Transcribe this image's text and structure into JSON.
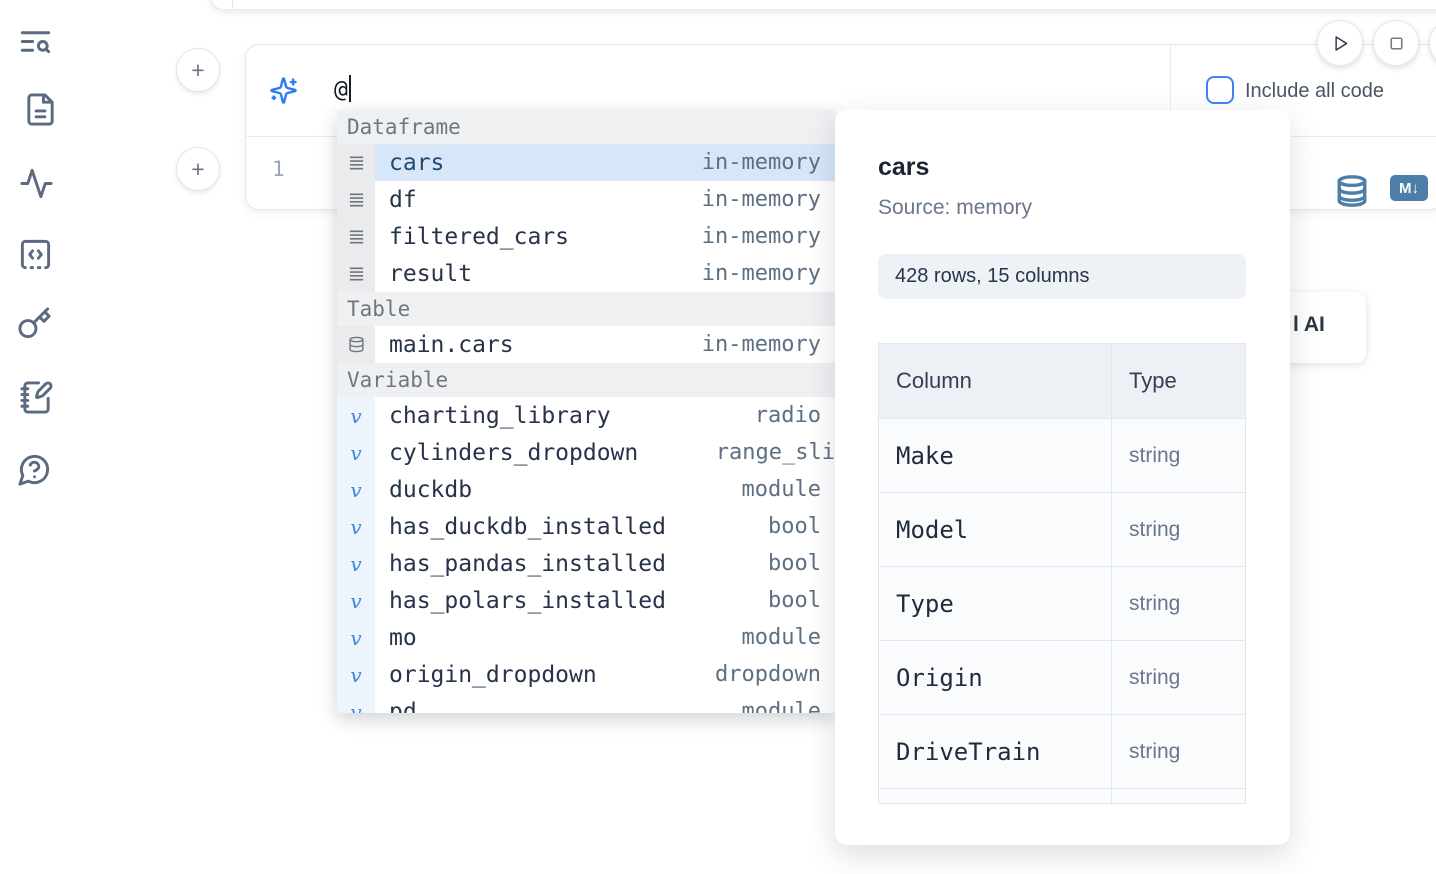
{
  "colors": {
    "accent_blue": "#2f7bf3",
    "steel_blue": "#4d7ea7",
    "selection_blue": "#d7e7f8"
  },
  "sidebar": {
    "icons": [
      "text-search",
      "file-text",
      "activity",
      "snippets-code",
      "key",
      "notebook-pen",
      "help-bubble"
    ]
  },
  "cell": {
    "add_button_label": "+",
    "ai_input_value": "@",
    "line_number": "1",
    "markdown_badge": "M↓",
    "include_all_code_label": "Include all code",
    "checkbox_checked": false
  },
  "icons": {
    "variable_glyph": "v"
  },
  "autocomplete": {
    "sections": [
      {
        "label": "Dataframe",
        "items": [
          {
            "name": "cars",
            "type": "in-memory",
            "selected": true
          },
          {
            "name": "df",
            "type": "in-memory"
          },
          {
            "name": "filtered_cars",
            "type": "in-memory"
          },
          {
            "name": "result",
            "type": "in-memory"
          }
        ]
      },
      {
        "label": "Table",
        "items": [
          {
            "name": "main.cars",
            "type": "in-memory"
          }
        ]
      },
      {
        "label": "Variable",
        "items": [
          {
            "name": "charting_library",
            "type": "radio"
          },
          {
            "name": "cylinders_dropdown",
            "type": "range_sli"
          },
          {
            "name": "duckdb",
            "type": "module"
          },
          {
            "name": "has_duckdb_installed",
            "type": "bool"
          },
          {
            "name": "has_pandas_installed",
            "type": "bool"
          },
          {
            "name": "has_polars_installed",
            "type": "bool"
          },
          {
            "name": "mo",
            "type": "module"
          },
          {
            "name": "origin_dropdown",
            "type": "dropdown"
          },
          {
            "name": "pd",
            "type": "module",
            "clipped": true
          }
        ]
      }
    ]
  },
  "preview": {
    "title": "cars",
    "source": "Source: memory",
    "shape_badge": "428 rows, 15 columns",
    "table": {
      "headers": [
        "Column",
        "Type"
      ],
      "rows": [
        [
          "Make",
          "string"
        ],
        [
          "Model",
          "string"
        ],
        [
          "Type",
          "string"
        ],
        [
          "Origin",
          "string"
        ],
        [
          "DriveTrain",
          "string"
        ],
        [
          "",
          ""
        ]
      ]
    }
  },
  "ai_button": {
    "visible_label": "l AI"
  }
}
